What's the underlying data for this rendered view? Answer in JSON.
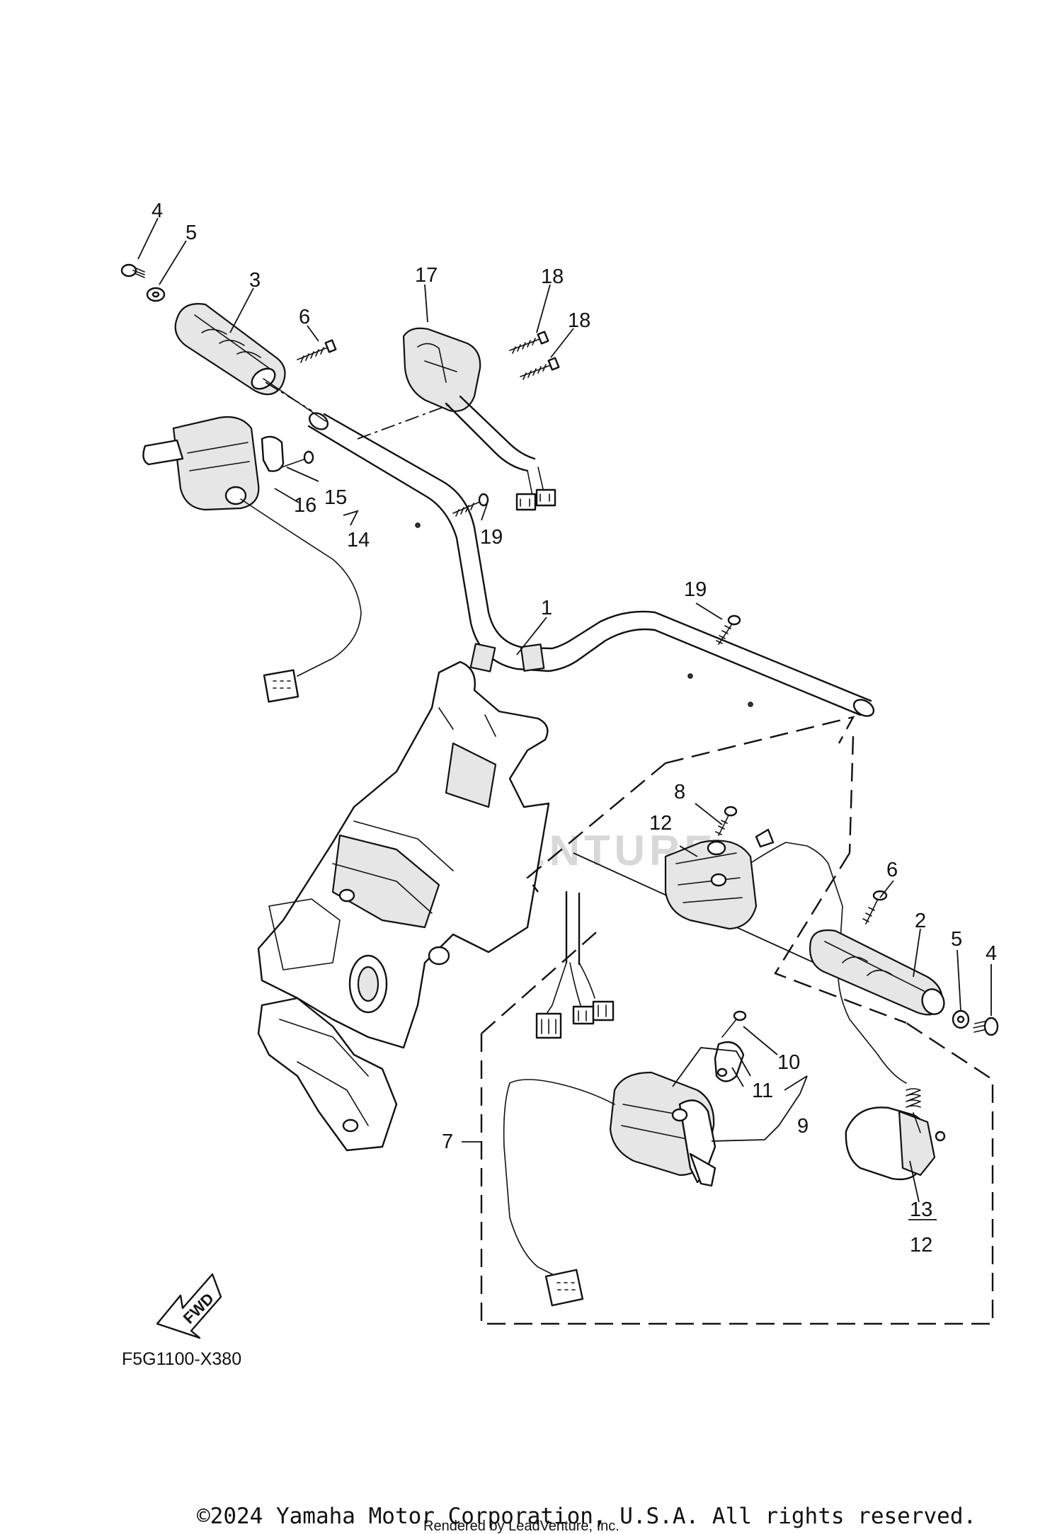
{
  "diagram": {
    "callouts": [
      {
        "id": "c4a",
        "label": "4"
      },
      {
        "id": "c5a",
        "label": "5"
      },
      {
        "id": "c3",
        "label": "3"
      },
      {
        "id": "c6a",
        "label": "6"
      },
      {
        "id": "c17",
        "label": "17"
      },
      {
        "id": "c18a",
        "label": "18"
      },
      {
        "id": "c18b",
        "label": "18"
      },
      {
        "id": "c15",
        "label": "15"
      },
      {
        "id": "c16",
        "label": "16"
      },
      {
        "id": "c14",
        "label": "14"
      },
      {
        "id": "c19a",
        "label": "19"
      },
      {
        "id": "c19b",
        "label": "19"
      },
      {
        "id": "c1",
        "label": "1"
      },
      {
        "id": "c8",
        "label": "8"
      },
      {
        "id": "c12a",
        "label": "12"
      },
      {
        "id": "c6b",
        "label": "6"
      },
      {
        "id": "c2",
        "label": "2"
      },
      {
        "id": "c5b",
        "label": "5"
      },
      {
        "id": "c4b",
        "label": "4"
      },
      {
        "id": "c10",
        "label": "10"
      },
      {
        "id": "c11",
        "label": "11"
      },
      {
        "id": "c9",
        "label": "9"
      },
      {
        "id": "c7",
        "label": "7"
      },
      {
        "id": "c13",
        "label": "13"
      },
      {
        "id": "c12b",
        "label": "12"
      }
    ],
    "fwd_label": "FWD",
    "diagram_code": "F5G1100-X380",
    "watermark": "ADVENTURE"
  },
  "footer": {
    "copyright": "©2024 Yamaha Motor Corporation, U.S.A. All rights reserved.",
    "rendered_by": "Rendered by LeadVenture, Inc."
  },
  "colors": {
    "ink": "#111111",
    "background": "#ffffff",
    "watermark": "#d8d8d8"
  }
}
